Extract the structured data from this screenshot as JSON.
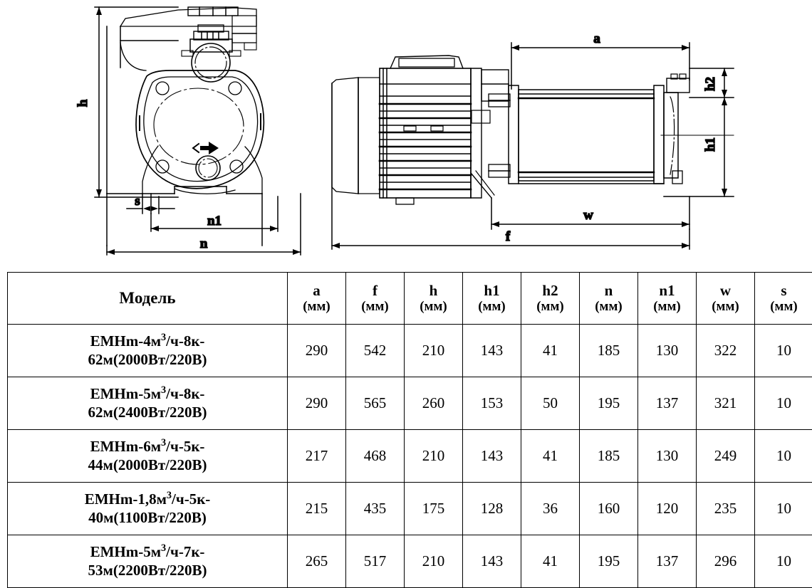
{
  "drawings": {
    "front_view": {
      "name": "pump-front-view",
      "dimension_labels": [
        {
          "id": "h",
          "text": "h",
          "orientation": "vertical"
        },
        {
          "id": "s",
          "text": "s",
          "orientation": "horizontal"
        },
        {
          "id": "n1",
          "text": "n1",
          "orientation": "horizontal"
        },
        {
          "id": "n",
          "text": "n",
          "orientation": "horizontal"
        }
      ],
      "features": [
        "pump-casing-circle",
        "inlet-port",
        "outlet-port",
        "mounting-bolt-holes",
        "flow-direction-arrow",
        "mounting-feet"
      ]
    },
    "side_view": {
      "name": "pump-side-view",
      "dimension_labels": [
        {
          "id": "a",
          "text": "a",
          "orientation": "horizontal"
        },
        {
          "id": "h2",
          "text": "h2",
          "orientation": "vertical"
        },
        {
          "id": "h1",
          "text": "h1",
          "orientation": "vertical"
        },
        {
          "id": "w",
          "text": "w",
          "orientation": "horizontal"
        },
        {
          "id": "f",
          "text": "f",
          "orientation": "horizontal"
        }
      ],
      "features": [
        "electric-motor",
        "cooling-fins",
        "terminal-box",
        "pump-body",
        "discharge-flange",
        "base-plate"
      ]
    }
  },
  "table": {
    "model_header": "Модель",
    "unit": "(мм)",
    "columns": [
      {
        "symbol": "a",
        "unit": "(мм)"
      },
      {
        "symbol": "f",
        "unit": "(мм)"
      },
      {
        "symbol": "h",
        "unit": "(мм)"
      },
      {
        "symbol": "h1",
        "unit": "(мм)"
      },
      {
        "symbol": "h2",
        "unit": "(мм)"
      },
      {
        "symbol": "n",
        "unit": "(мм)"
      },
      {
        "symbol": "n1",
        "unit": "(мм)"
      },
      {
        "symbol": "w",
        "unit": "(мм)"
      },
      {
        "symbol": "s",
        "unit": "(мм)"
      }
    ],
    "rows": [
      {
        "model_line1": "EMHm-4м³/ч-8к-",
        "model_line2": "62м(2000Вт/220В)",
        "values": [
          "290",
          "542",
          "210",
          "143",
          "41",
          "185",
          "130",
          "322",
          "10"
        ]
      },
      {
        "model_line1": "EMHm-5м³/ч-8к-",
        "model_line2": "62м(2400Вт/220В)",
        "values": [
          "290",
          "565",
          "260",
          "153",
          "50",
          "195",
          "137",
          "321",
          "10"
        ]
      },
      {
        "model_line1": "EMHm-6м³/ч-5к-",
        "model_line2": "44м(2000Вт/220В)",
        "values": [
          "217",
          "468",
          "210",
          "143",
          "41",
          "185",
          "130",
          "249",
          "10"
        ]
      },
      {
        "model_line1": "EMHm-1,8м³/ч-5к-",
        "model_line2": "40м(1100Вт/220В)",
        "values": [
          "215",
          "435",
          "175",
          "128",
          "36",
          "160",
          "120",
          "235",
          "10"
        ]
      },
      {
        "model_line1": "EMHm-5м³/ч-7к-",
        "model_line2": "53м(2200Вт/220В)",
        "values": [
          "265",
          "517",
          "210",
          "143",
          "41",
          "195",
          "137",
          "296",
          "10"
        ]
      }
    ]
  },
  "colors": {
    "line": "#000000",
    "background": "#ffffff"
  }
}
